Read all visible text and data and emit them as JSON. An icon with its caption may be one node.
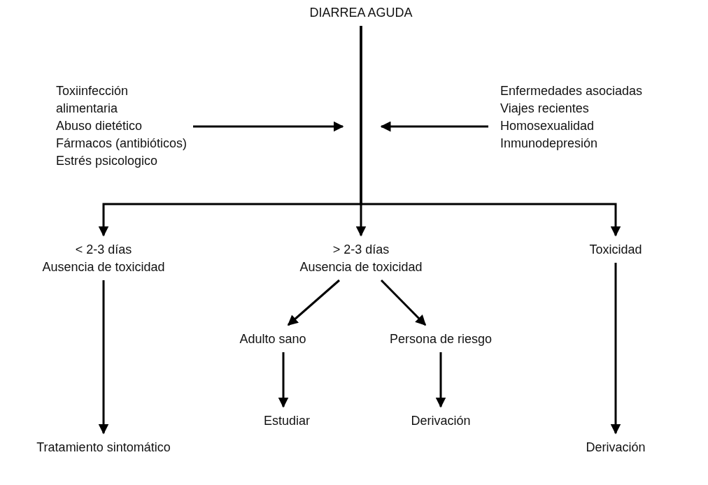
{
  "diagram": {
    "nodes": [
      {
        "text": [
          "DIARREA AGUDA"
        ]
      },
      {
        "text": [
          "Toxiinfección alimentaria",
          "Abuso dietético",
          "Fármacos (antibióticos)",
          "Estrés psicologico"
        ]
      },
      {
        "text": [
          "Enfermedades asociadas",
          "Viajes recientes",
          "Homosexualidad",
          "Inmunodepresión"
        ]
      },
      {
        "text": [
          "< 2-3 días",
          "Ausencia de toxicidad"
        ]
      },
      {
        "text": [
          "> 2-3 días",
          "Ausencia de toxicidad"
        ]
      },
      {
        "text": [
          "Toxicidad"
        ]
      },
      {
        "text": [
          "Adulto sano"
        ]
      },
      {
        "text": [
          "Persona de riesgo"
        ]
      },
      {
        "text": [
          "Tratamiento sintomático"
        ]
      },
      {
        "text": [
          "Estudiar"
        ]
      },
      {
        "text": [
          "Derivación"
        ]
      },
      {
        "text": [
          "Derivación"
        ]
      }
    ],
    "edges": [
      {
        "from": 0,
        "to": 3,
        "arrow": "to"
      },
      {
        "from": 0,
        "to": 4,
        "arrow": "to"
      },
      {
        "from": 0,
        "to": 5,
        "arrow": "to"
      },
      {
        "from": 1,
        "to": null,
        "arrow": "to"
      },
      {
        "from": 2,
        "to": null,
        "arrow": "to"
      },
      {
        "from": 3,
        "to": 8,
        "arrow": "to"
      },
      {
        "from": 4,
        "to": 6,
        "arrow": "to"
      },
      {
        "from": 4,
        "to": 7,
        "arrow": "to"
      },
      {
        "from": 6,
        "to": 9,
        "arrow": "to"
      },
      {
        "from": 7,
        "to": 10,
        "arrow": "to"
      },
      {
        "from": 5,
        "to": 11,
        "arrow": "to"
      }
    ]
  }
}
